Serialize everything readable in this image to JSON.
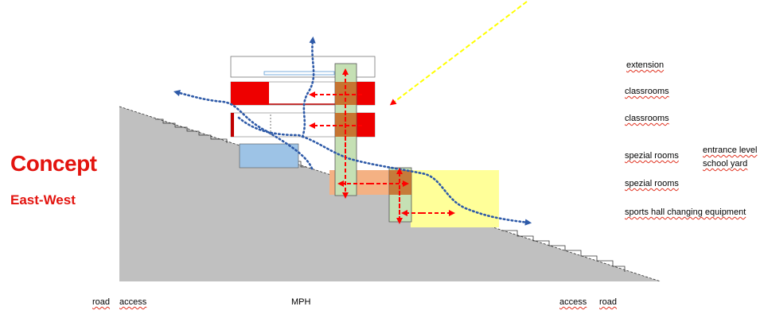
{
  "heading": {
    "title": "Concept",
    "subtitle": "East-West"
  },
  "levels": [
    "extension",
    "classrooms",
    "classrooms",
    "spezial rooms",
    "spezial rooms",
    "sports hall changing equipment"
  ],
  "side_labels": [
    "entrance level",
    "school yard"
  ],
  "bottom_labels": {
    "left_road": "road",
    "left_access": "access",
    "center": "MPH",
    "right_access": "access",
    "right_road": "road"
  },
  "colors": {
    "title": "#e3140f",
    "slope": "#c0c0c0",
    "classroom_red": "#ee0000",
    "special_blue": "#9dc3e6",
    "orange_zone": "#f4b183",
    "yellow_zone": "#ffff99",
    "core_green": "#c5e0b4",
    "core_brown": "#c55a11",
    "flow_arrows": "#2e5aa8",
    "vertical_arrows": "#ff0000",
    "sun_ray": "#ffff00"
  }
}
